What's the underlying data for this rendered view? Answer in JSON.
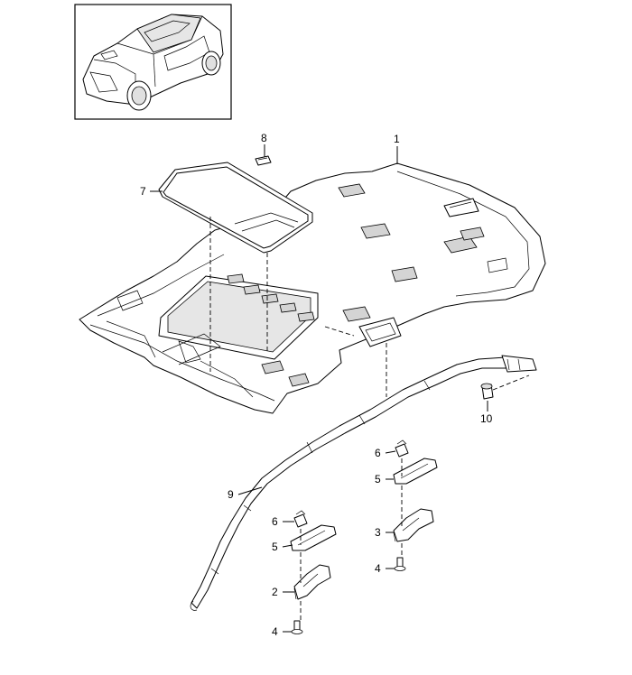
{
  "callouts": [
    {
      "id": "1",
      "text": "1"
    },
    {
      "id": "2",
      "text": "2"
    },
    {
      "id": "3",
      "text": "3"
    },
    {
      "id": "4a",
      "text": "4"
    },
    {
      "id": "4b",
      "text": "4"
    },
    {
      "id": "5a",
      "text": "5"
    },
    {
      "id": "5b",
      "text": "5"
    },
    {
      "id": "6a",
      "text": "6"
    },
    {
      "id": "6b",
      "text": "6"
    },
    {
      "id": "7",
      "text": "7"
    },
    {
      "id": "8",
      "text": "8"
    },
    {
      "id": "9",
      "text": "9"
    },
    {
      "id": "10",
      "text": "10"
    }
  ]
}
